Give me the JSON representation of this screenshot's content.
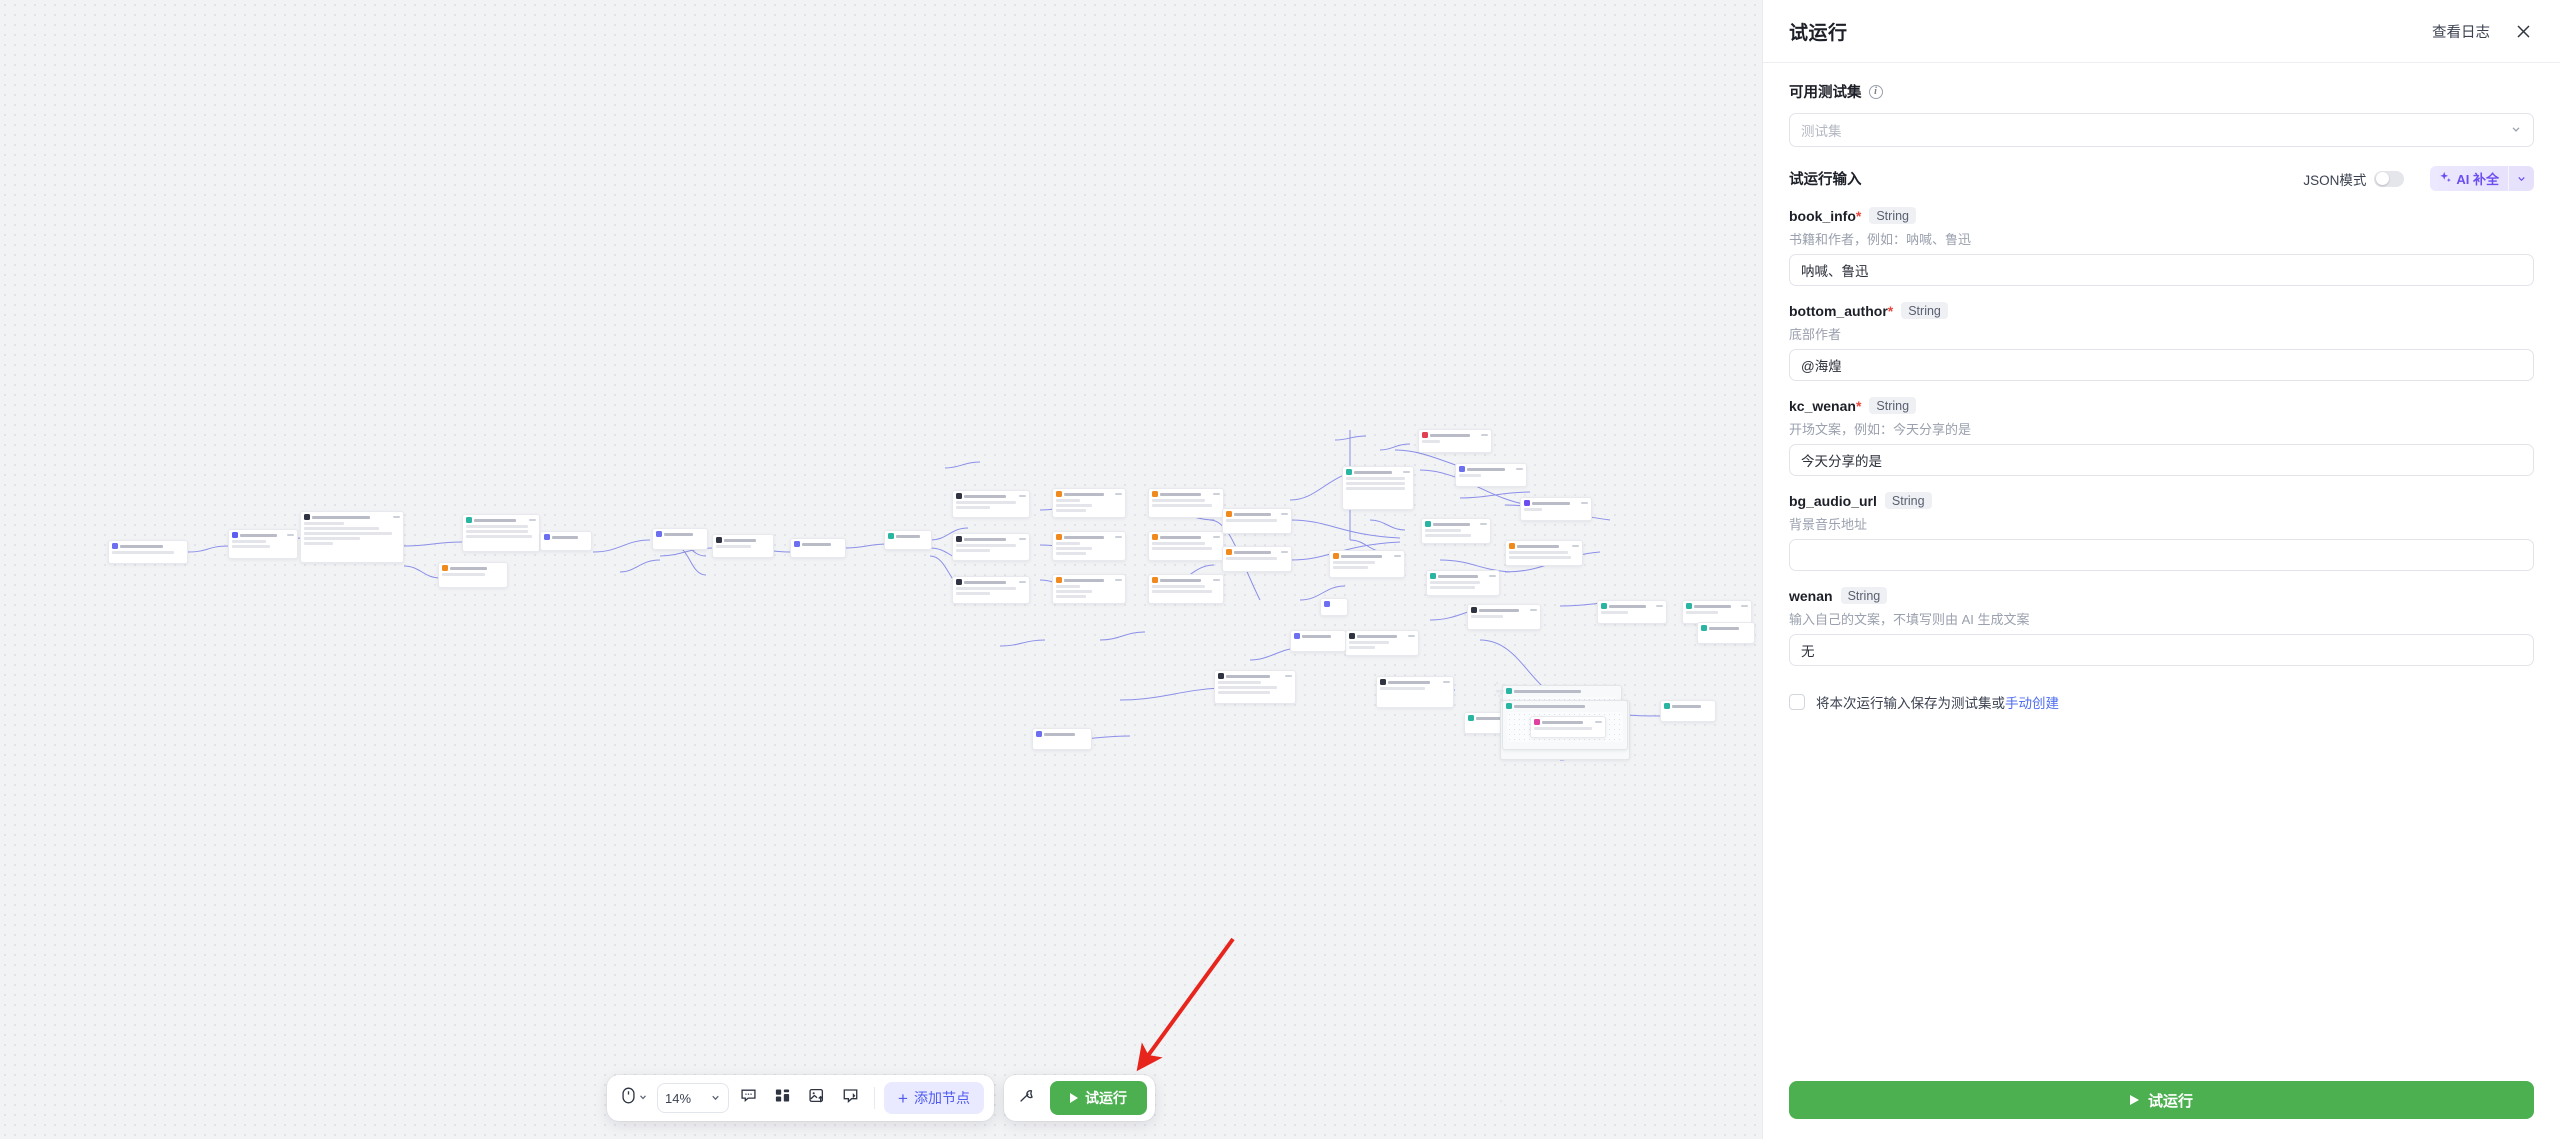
{
  "canvas": {
    "background_color": "#f2f3f5",
    "zoom_level": "14%",
    "annotation_arrow_color": "#e8251d"
  },
  "toolbar": {
    "cursor_icon": "mouse-pointer-icon",
    "cursor_caret_icon": "chevron-down-icon",
    "zoom_value": "14%",
    "zoom_caret_icon": "chevron-down-icon",
    "comment_icon": "comment-icon",
    "template_icon": "layout-grid-icon",
    "image_icon": "image-upload-icon",
    "note_icon": "sticky-note-icon",
    "add_node_label": "添加节点",
    "add_node_plus": "+",
    "wrench_icon": "wrench-icon",
    "run_label": "试运行"
  },
  "panel": {
    "title": "试运行",
    "view_logs_label": "查看日志",
    "close_icon": "close-icon",
    "testset": {
      "label": "可用测试集",
      "info_icon": "info-circle-icon",
      "placeholder": "测试集",
      "caret_icon": "chevron-down-icon"
    },
    "inputs_section": {
      "label": "试运行输入",
      "json_mode_label": "JSON模式",
      "json_mode_on": false,
      "ai_complete_label": "AI 补全",
      "ai_sparkle_icon": "sparkle-icon",
      "ai_caret_icon": "chevron-down-icon"
    },
    "fields": [
      {
        "name": "book_info",
        "required": true,
        "type": "String",
        "description": "书籍和作者，例如：呐喊、鲁迅",
        "value": "呐喊、鲁迅",
        "placeholder": ""
      },
      {
        "name": "bottom_author",
        "required": true,
        "type": "String",
        "description": "底部作者",
        "value": "@海煌",
        "placeholder": ""
      },
      {
        "name": "kc_wenan",
        "required": true,
        "type": "String",
        "description": "开场文案，例如：今天分享的是",
        "value": "今天分享的是",
        "placeholder": ""
      },
      {
        "name": "bg_audio_url",
        "required": false,
        "type": "String",
        "description": "背景音乐地址",
        "value": "",
        "placeholder": ""
      },
      {
        "name": "wenan",
        "required": false,
        "type": "String",
        "description": "输入自己的文案，不填写则由 AI 生成文案",
        "value": "无",
        "placeholder": ""
      }
    ],
    "save_testset": {
      "checked": false,
      "text_prefix": "将本次运行输入保存为测试集或",
      "link_label": "手动创建"
    },
    "footer": {
      "run_label": "试运行"
    }
  },
  "colors": {
    "primary_green": "#4caf50",
    "accent_purple": "#4f5bf0",
    "link_blue": "#4f6ef0",
    "required_red": "#e8453c",
    "arrow_red": "#e8251d"
  }
}
